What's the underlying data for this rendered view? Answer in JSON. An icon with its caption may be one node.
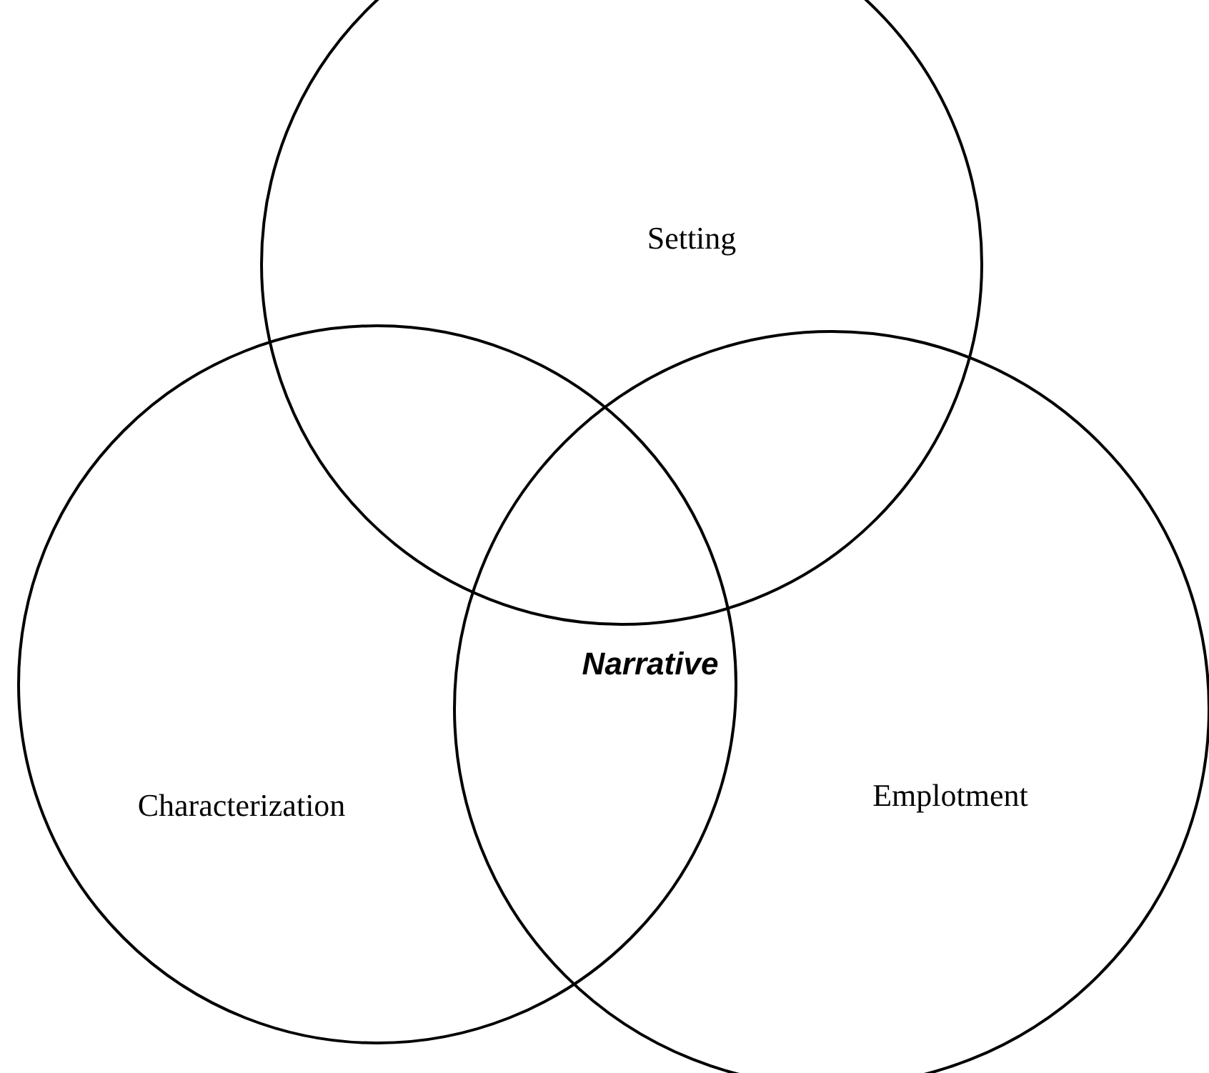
{
  "diagram": {
    "nodes": [
      {
        "text": [
          "Setting"
        ]
      },
      {
        "text": [
          "Characterization"
        ]
      },
      {
        "text": [
          "Emplotment"
        ]
      }
    ],
    "labels": [
      "Narrative"
    ]
  }
}
